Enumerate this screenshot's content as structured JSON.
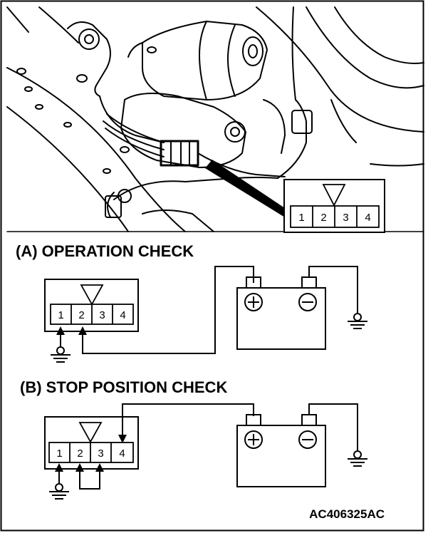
{
  "connector_pins": [
    "1",
    "2",
    "3",
    "4"
  ],
  "sections": {
    "operation_check": {
      "title": "(A) OPERATION CHECK"
    },
    "stop_position_check": {
      "title": "(B) STOP POSITION CHECK"
    }
  },
  "battery": {
    "positive_symbol": "+",
    "negative_symbol": "−"
  },
  "reference_code": "AC406325AC",
  "icons": [
    "ground-icon",
    "battery-icon",
    "connector-icon",
    "wiper-motor-illustration"
  ],
  "colors": {
    "line": "#000000",
    "background": "#ffffff"
  }
}
